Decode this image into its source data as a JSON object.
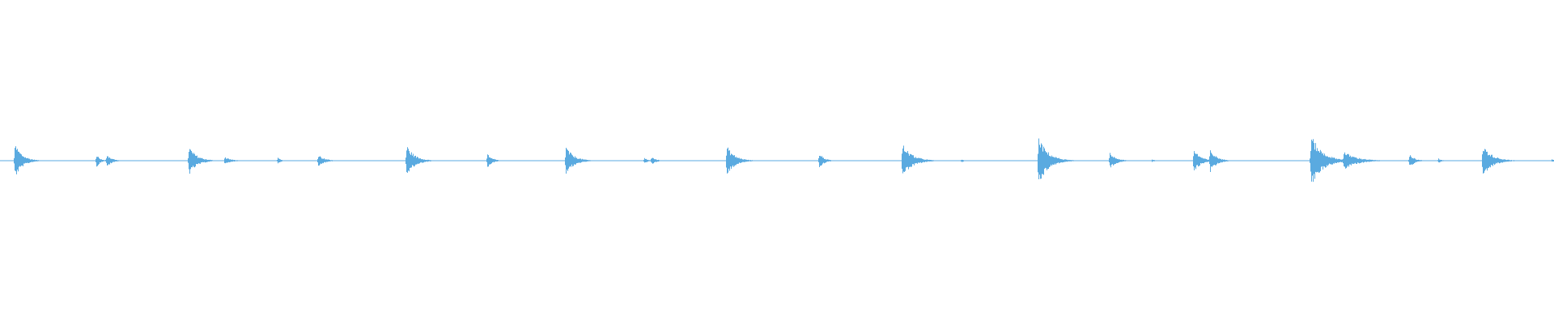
{
  "waveform": {
    "color": "#5aaae0",
    "duration_fraction_peaks": [
      {
        "t": 0.0095,
        "amp": 0.11,
        "decay": 0.0045
      },
      {
        "t": 0.062,
        "amp": 0.045,
        "decay": 0.002
      },
      {
        "t": 0.0685,
        "amp": 0.045,
        "decay": 0.003
      },
      {
        "t": 0.1215,
        "amp": 0.09,
        "decay": 0.005
      },
      {
        "t": 0.1445,
        "amp": 0.025,
        "decay": 0.004
      },
      {
        "t": 0.1785,
        "amp": 0.02,
        "decay": 0.002
      },
      {
        "t": 0.2045,
        "amp": 0.04,
        "decay": 0.004
      },
      {
        "t": 0.2615,
        "amp": 0.1,
        "decay": 0.005
      },
      {
        "t": 0.3135,
        "amp": 0.045,
        "decay": 0.003
      },
      {
        "t": 0.364,
        "amp": 0.09,
        "decay": 0.005
      },
      {
        "t": 0.4145,
        "amp": 0.02,
        "decay": 0.002
      },
      {
        "t": 0.419,
        "amp": 0.025,
        "decay": 0.003
      },
      {
        "t": 0.4675,
        "amp": 0.095,
        "decay": 0.005
      },
      {
        "t": 0.527,
        "amp": 0.05,
        "decay": 0.003
      },
      {
        "t": 0.5805,
        "amp": 0.11,
        "decay": 0.006
      },
      {
        "t": 0.6185,
        "amp": 0.01,
        "decay": 0.002
      },
      {
        "t": 0.668,
        "amp": 0.155,
        "decay": 0.006
      },
      {
        "t": 0.714,
        "amp": 0.05,
        "decay": 0.004
      },
      {
        "t": 0.741,
        "amp": 0.01,
        "decay": 0.002
      },
      {
        "t": 0.768,
        "amp": 0.08,
        "decay": 0.004
      },
      {
        "t": 0.7785,
        "amp": 0.075,
        "decay": 0.004
      },
      {
        "t": 0.8435,
        "amp": 0.165,
        "decay": 0.007
      },
      {
        "t": 0.8645,
        "amp": 0.06,
        "decay": 0.008
      },
      {
        "t": 0.907,
        "amp": 0.045,
        "decay": 0.003
      },
      {
        "t": 0.9255,
        "amp": 0.015,
        "decay": 0.002
      },
      {
        "t": 0.954,
        "amp": 0.1,
        "decay": 0.006
      },
      {
        "t": 0.9985,
        "amp": 0.01,
        "decay": 0.002
      }
    ]
  }
}
